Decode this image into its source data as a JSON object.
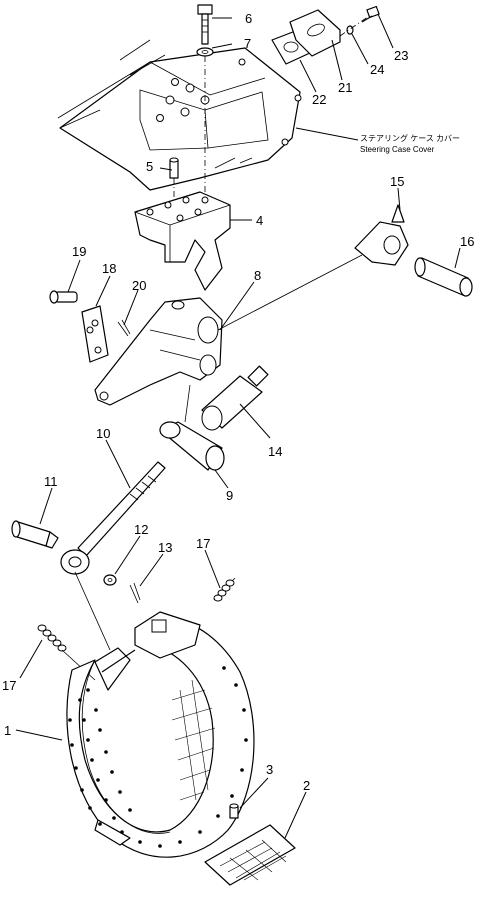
{
  "diagram": {
    "callouts": [
      {
        "id": "c6",
        "text": "6"
      },
      {
        "id": "c7",
        "text": "7"
      },
      {
        "id": "c23",
        "text": "23"
      },
      {
        "id": "c24",
        "text": "24"
      },
      {
        "id": "c21",
        "text": "21"
      },
      {
        "id": "c22",
        "text": "22"
      },
      {
        "id": "c5",
        "text": "5"
      },
      {
        "id": "c4",
        "text": "4"
      },
      {
        "id": "c15",
        "text": "15"
      },
      {
        "id": "c16",
        "text": "16"
      },
      {
        "id": "c19",
        "text": "19"
      },
      {
        "id": "c18",
        "text": "18"
      },
      {
        "id": "c20",
        "text": "20"
      },
      {
        "id": "c8",
        "text": "8"
      },
      {
        "id": "c14",
        "text": "14"
      },
      {
        "id": "c10",
        "text": "10"
      },
      {
        "id": "c9",
        "text": "9"
      },
      {
        "id": "c11",
        "text": "11"
      },
      {
        "id": "c12",
        "text": "12"
      },
      {
        "id": "c13",
        "text": "13"
      },
      {
        "id": "c17a",
        "text": "17"
      },
      {
        "id": "c17b",
        "text": "17"
      },
      {
        "id": "c1",
        "text": "1"
      },
      {
        "id": "c3",
        "text": "3"
      },
      {
        "id": "c2",
        "text": "2"
      }
    ],
    "note_jp": "ステアリング ケース カバー",
    "note_en": "Steering Case Cover"
  }
}
